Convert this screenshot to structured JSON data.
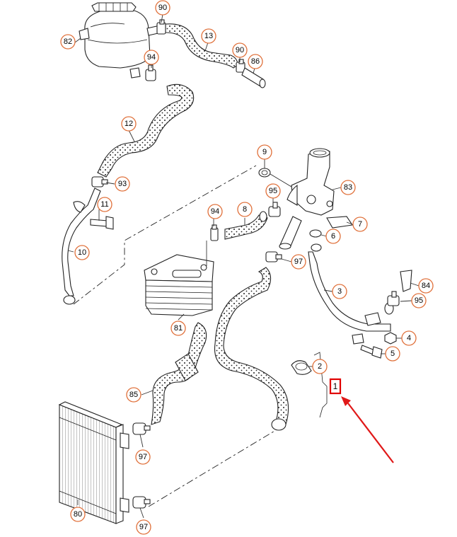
{
  "callouts": [
    {
      "id": "c90a",
      "label": "90"
    },
    {
      "id": "c82",
      "label": "82"
    },
    {
      "id": "c13",
      "label": "13"
    },
    {
      "id": "c90b",
      "label": "90"
    },
    {
      "id": "c86",
      "label": "86"
    },
    {
      "id": "c94a",
      "label": "94"
    },
    {
      "id": "c12",
      "label": "12"
    },
    {
      "id": "c93",
      "label": "93"
    },
    {
      "id": "c11",
      "label": "11"
    },
    {
      "id": "c10",
      "label": "10"
    },
    {
      "id": "c9",
      "label": "9"
    },
    {
      "id": "c83",
      "label": "83"
    },
    {
      "id": "c95a",
      "label": "95"
    },
    {
      "id": "c94b",
      "label": "94"
    },
    {
      "id": "c8",
      "label": "8"
    },
    {
      "id": "c7",
      "label": "7"
    },
    {
      "id": "c6",
      "label": "6"
    },
    {
      "id": "c97a",
      "label": "97"
    },
    {
      "id": "c3",
      "label": "3"
    },
    {
      "id": "c84",
      "label": "84"
    },
    {
      "id": "c95b",
      "label": "95"
    },
    {
      "id": "c4",
      "label": "4"
    },
    {
      "id": "c5",
      "label": "5"
    },
    {
      "id": "c81",
      "label": "81"
    },
    {
      "id": "c2",
      "label": "2"
    },
    {
      "id": "c85",
      "label": "85"
    },
    {
      "id": "c97b",
      "label": "97"
    },
    {
      "id": "c80",
      "label": "80"
    },
    {
      "id": "c97c",
      "label": "97"
    }
  ],
  "highlight": {
    "label": "1"
  },
  "colors": {
    "callout_border": "#e0703a",
    "highlight": "#e00000"
  }
}
